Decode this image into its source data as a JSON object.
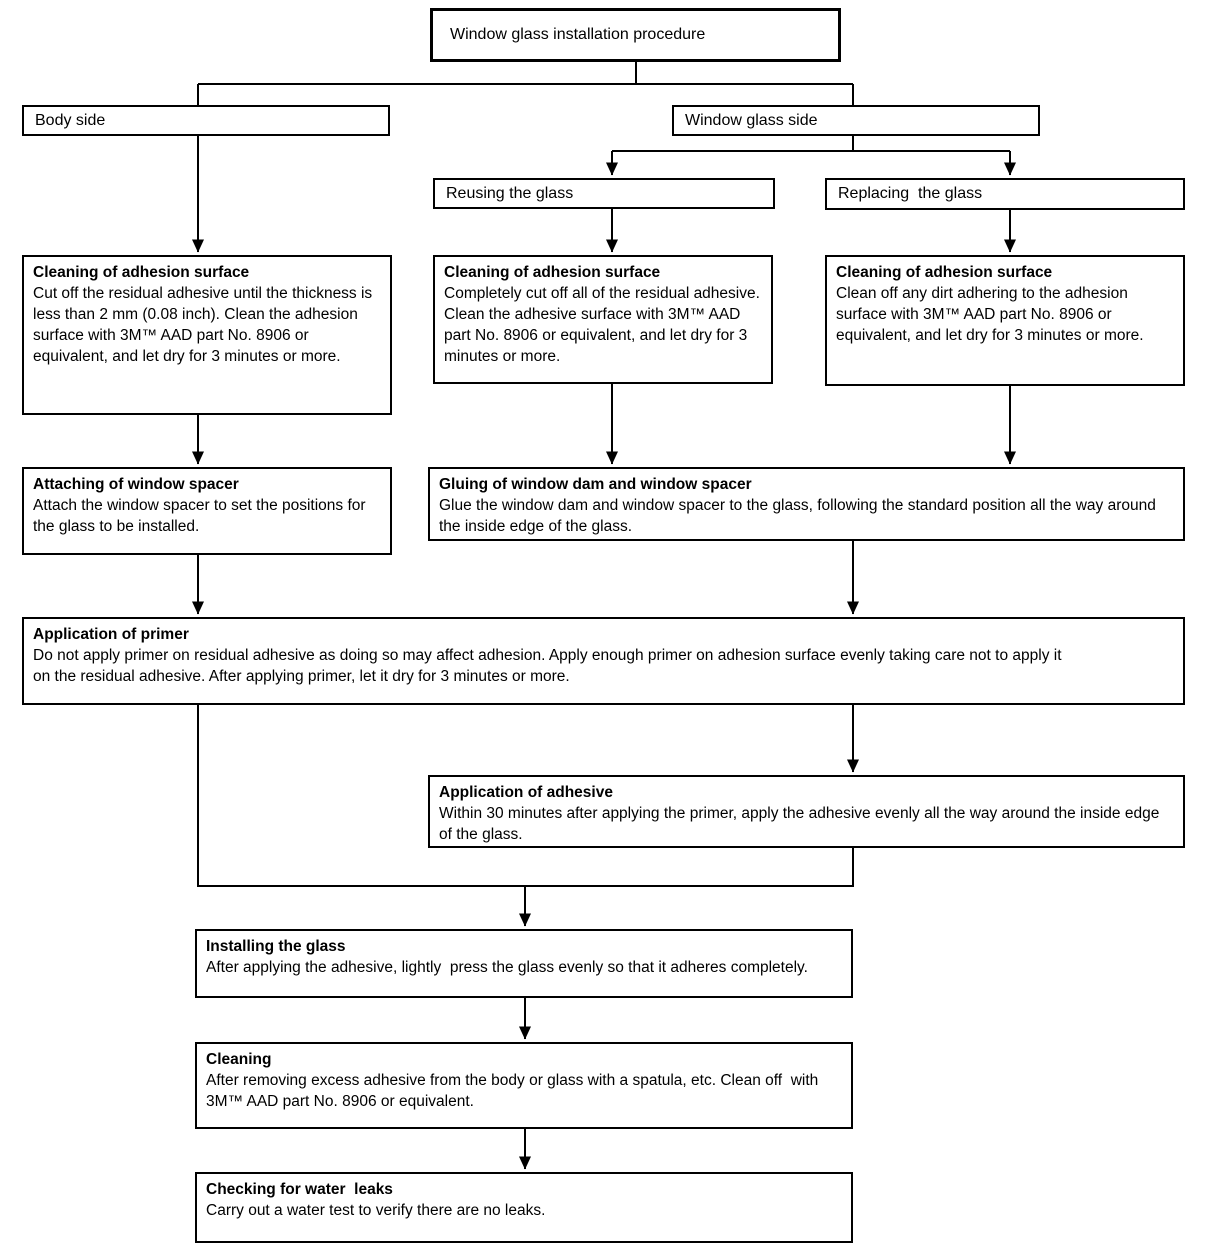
{
  "colors": {
    "line": "#000000",
    "background": "#ffffff"
  },
  "nodes": {
    "procedure": {
      "label": "Window glass installation procedure"
    },
    "body_side": {
      "label": "Body side"
    },
    "window_glass_side": {
      "label": "Window glass side"
    },
    "reusing_glass": {
      "label": "Reusing the glass"
    },
    "replacing_glass": {
      "label": "Replacing  the glass"
    },
    "cleaning_body_side": {
      "title": "Cleaning of adhesion surface",
      "body": "Cut off the residual adhesive until the thickness is less than 2 mm (0.08 inch). Clean the adhesion surface with 3M™ AAD part No. 8906 or equivalent, and let dry for 3 minutes or more."
    },
    "cleaning_reuse": {
      "title": "Cleaning of adhesion surface",
      "body": "Completely cut off all of the residual adhesive. Clean the adhesive surface with 3M™ AAD part No. 8906 or equivalent, and let dry for 3 minutes or more."
    },
    "cleaning_replace": {
      "title": "Cleaning of adhesion surface",
      "body": "Clean off any dirt adhering to the adhesion surface with 3M™ AAD part No. 8906 or equivalent, and let dry for 3 minutes or more."
    },
    "attaching_spacer": {
      "title": "Attaching of window spacer",
      "body": "Attach the window spacer to set the positions for the glass to be installed."
    },
    "gluing_dam_spacer": {
      "title": "Gluing of window dam and window spacer",
      "body": "Glue the window dam and window spacer to the glass, following the standard position all the way around the inside edge of the glass."
    },
    "application_primer": {
      "title": "Application of primer",
      "body": "Do not apply primer on residual adhesive as doing so may affect adhesion. Apply enough primer on adhesion surface evenly taking care not to apply it on the residual adhesive. After applying primer, let it dry for 3 minutes or more."
    },
    "application_adhesive": {
      "title": "Application of adhesive",
      "body": "Within 30 minutes after applying the primer, apply the adhesive evenly all the way around the inside edge of the glass."
    },
    "installing_glass": {
      "title": "Installing the glass",
      "body": "After applying the adhesive, lightly  press the glass evenly so that it adheres completely."
    },
    "cleaning": {
      "title": "Cleaning",
      "body": "After removing excess adhesive from the body or glass with a spatula, etc. Clean off  with 3M™ AAD part No. 8906 or equivalent."
    },
    "checking_water_leaks": {
      "title": "Checking for water  leaks",
      "body": "Carry out a water test to verify there are no leaks."
    }
  }
}
